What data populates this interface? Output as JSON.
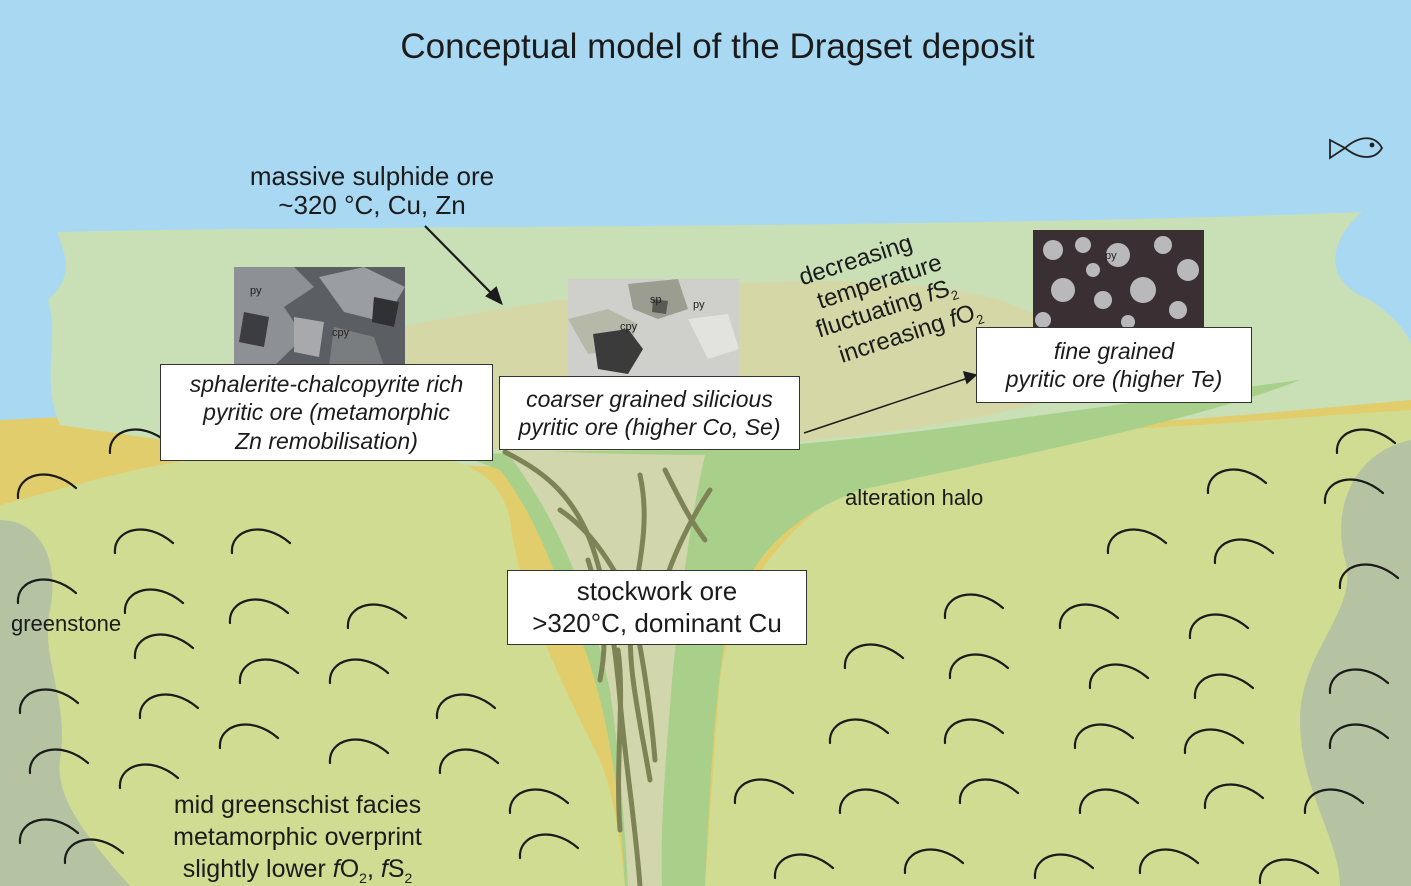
{
  "title": "Conceptual model of the Dragset deposit",
  "colors": {
    "sea": "#a9d8f2",
    "sulphide_lens": "#c9dfb6",
    "sulphide_core": "#d6d7a6",
    "yellow_sediment": "#e2cd6d",
    "greenschist": "#d1dc93",
    "alteration_halo": "#a9d08a",
    "greenstone": "#b6c3a3",
    "stockwork": "#d2d6ad",
    "veins": "#7e8356"
  },
  "labels": {
    "massive_ore": {
      "line1": "massive sulphide ore",
      "line2": "~320 °C, Cu, Zn"
    },
    "gradient": {
      "line1": "decreasing",
      "line2": "temperature",
      "line3_prefix": "fluctuating ",
      "line3_f": "f",
      "line3_S": "S",
      "line3_sub": "2",
      "line4_prefix": "increasing ",
      "line4_f": "f",
      "line4_O": "O",
      "line4_sub": "2"
    },
    "alteration_halo": "alteration halo",
    "greenstone": "greenstone",
    "metamorphic": {
      "line1": "mid greenschist facies",
      "line2": "metamorphic overprint",
      "line3_prefix": "slightly lower ",
      "f1": "f",
      "O": "O",
      "sub1": "2",
      "comma": ", ",
      "f2": "f",
      "S": "S",
      "sub2": "2"
    }
  },
  "boxes": {
    "sphalerite": {
      "line1": "sphalerite-chalcopyrite rich",
      "line2": "pyritic ore (metamorphic",
      "line3": "Zn remobilisation)"
    },
    "coarser": {
      "line1": "coarser grained silicious",
      "line2": "pyritic ore (higher Co, Se)"
    },
    "fine": {
      "line1": "fine grained",
      "line2": "pyritic ore (higher Te)"
    },
    "stockwork": {
      "line1": "stockwork ore",
      "line2": ">320°C, dominant Cu"
    }
  },
  "photos": {
    "left": {
      "labels": [
        "py",
        "cpy"
      ]
    },
    "middle": {
      "labels": [
        "sp",
        "py",
        "cpy"
      ]
    },
    "right": {
      "labels": [
        "py"
      ]
    }
  },
  "icons": [
    "fish-icon",
    "pillow-lava-icon"
  ]
}
